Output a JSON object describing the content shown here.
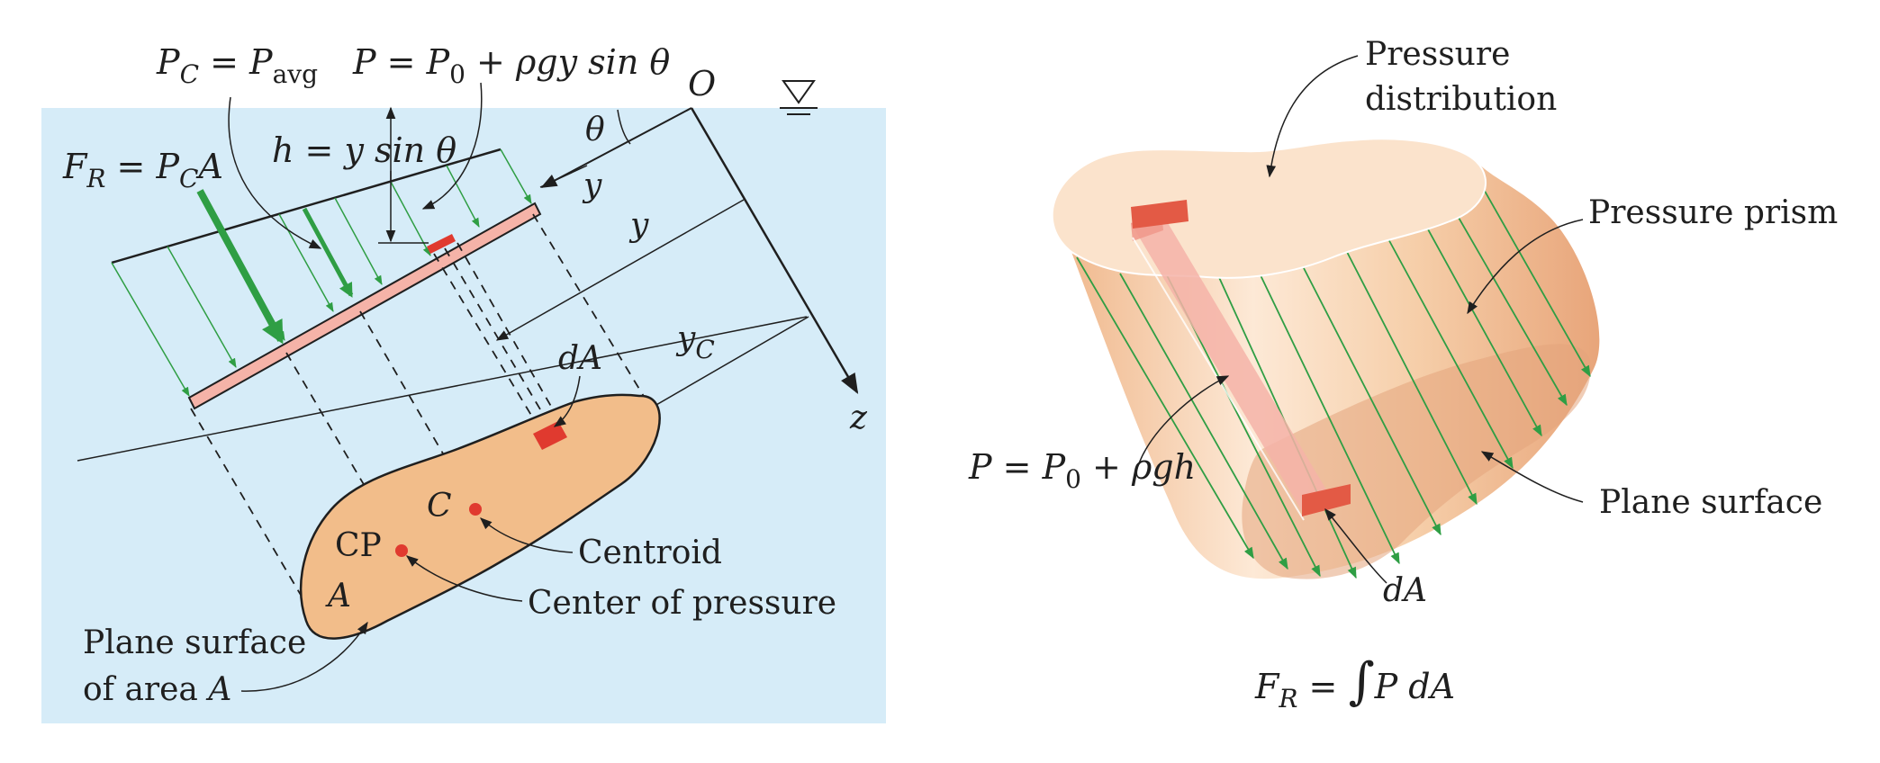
{
  "colors": {
    "water": "#d6ecf8",
    "surface_fill": "#f2bd8a",
    "plate_fill": "#f5b3a8",
    "arrow_green": "#2f9e44",
    "red_mark": "#e03a2f",
    "prism_top": "#fbe3cc",
    "prism_side": "#f3c49d",
    "ink": "#1f1f1f"
  },
  "left": {
    "free_surface_icon": "free-surface-triangle-icon",
    "labels": {
      "pc": "P",
      "pc_sub": "C",
      "pc_eq": " = P",
      "pc_avg": "avg",
      "p_eq_a": "P = P",
      "p_eq_sub0": "0",
      "p_eq_b": " + ρgy sin θ",
      "o": "O",
      "theta": "θ",
      "fr": "F",
      "fr_sub": "R",
      "fr_eq": " = P",
      "fr_sub2": "C",
      "fr_tail": "A",
      "h_eq": "h = y sin θ",
      "y_axis": "y",
      "y_dist": "y",
      "yc": "y",
      "yc_sub": "C",
      "da": "dA",
      "z": "z",
      "c": "C",
      "cp": "CP",
      "a": "A",
      "centroid": "Centroid",
      "center_of_pressure": "Center of pressure",
      "plane_surface_1": "Plane surface",
      "plane_surface_2a": "of area ",
      "plane_surface_2b": "A"
    }
  },
  "right": {
    "labels": {
      "pressure_distribution_1": "Pressure",
      "pressure_distribution_2": "distribution",
      "pressure_prism": "Pressure prism",
      "plane_surface": "Plane surface",
      "p_eq_a": "P = P",
      "p_eq_sub0": "0",
      "p_eq_b": " + ρgh",
      "da": "dA",
      "fr": "F",
      "fr_sub": "R",
      "fr_eq": " = ",
      "integral": "∫",
      "fr_tail": "P dA"
    }
  }
}
